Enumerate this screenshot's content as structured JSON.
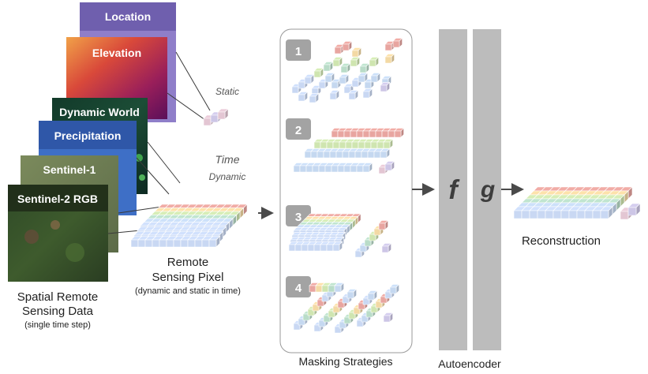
{
  "layers": [
    {
      "label": "Location",
      "style": "location"
    },
    {
      "label": "Elevation",
      "style": "elevation"
    },
    {
      "label": "Dynamic World",
      "style": "dynamic"
    },
    {
      "label": "Precipitation",
      "style": "precip"
    },
    {
      "label": "Sentinel-1",
      "style": "s1"
    },
    {
      "label": "Sentinel-2 RGB",
      "style": "s2"
    }
  ],
  "labels": {
    "static": "Static",
    "time": "Time",
    "dynamic": "Dynamic",
    "pixel_title_1": "Remote",
    "pixel_title_2": "Sensing Pixel",
    "pixel_sub": "(dynamic and static in time)",
    "spatial_1": "Spatial Remote",
    "spatial_2": "Sensing Data",
    "spatial_3": "(single time step)",
    "masking": "Masking Strategies",
    "autoencoder": "Autoencoder",
    "f": "f",
    "g": "g",
    "reconstruction": "Reconstruction"
  },
  "strategies": [
    "1",
    "2",
    "3",
    "4"
  ],
  "band_colors": [
    "#e8a5a0",
    "#f3d9a4",
    "#cfe5b0",
    "#b9dcc8",
    "#c5d8f0",
    "#c9d8f3"
  ],
  "colors": {
    "cube_blue": "#c9d8f3",
    "static_pink": "#e3c6d3",
    "static_lilac": "#cdc6e6",
    "autoencoder_bar": "#bcbcbc",
    "badge": "#a3a3a3",
    "arrow": "#4a4a4a"
  }
}
